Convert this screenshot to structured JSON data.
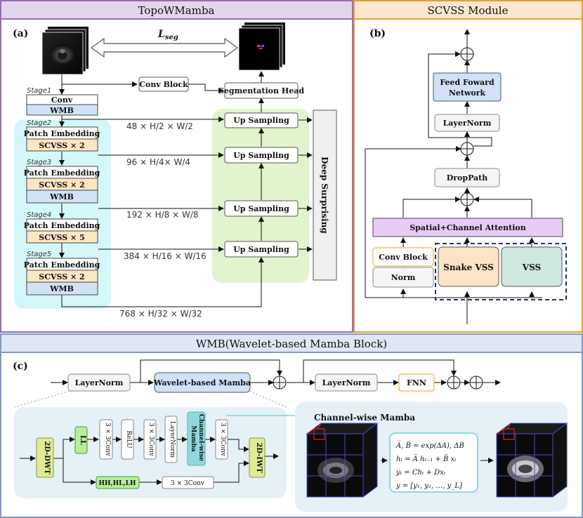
{
  "panels": {
    "topo": {
      "header": "TopoWMamba",
      "tag": "(a)"
    },
    "scvss": {
      "header": "SCVSS Module",
      "tag": "(b)"
    },
    "wmb": {
      "header": "WMB(Wavelet-based Mamba Block)",
      "tag": "(c)"
    }
  },
  "topo": {
    "loss": "L",
    "loss_sub": "seg",
    "stages": [
      "Stage1",
      "Stage2",
      "Stage3",
      "Stage4",
      "Stage5"
    ],
    "conv": "Conv",
    "wmb": "WMB",
    "patch_embedding": "Patch Embedding",
    "scvss_x2": "SCVSS × 2",
    "scvss_x5": "SCVSS × 5",
    "conv_block": "Conv Block",
    "seg_head": "Segmentation Head",
    "up_sampling": "Up Sampling",
    "deep_supervision": "Deep Surprising",
    "dims": [
      "48 × H/2 × W/2",
      "96 × H/4× W/4",
      "192 × H/8 × W/8",
      "384 × H/16 × W/16",
      "768 × H/32 × W/32"
    ]
  },
  "scvss": {
    "ffn": [
      "Feed Foward",
      "Network"
    ],
    "layernorm": "LayerNorm",
    "droppath": "DropPath",
    "attention": "Spatial+Channel Attention",
    "conv_block": "Conv Block",
    "norm": "Norm",
    "snake_vss": "Snake VSS",
    "vss": "VSS"
  },
  "wmb": {
    "layernorm": "LayerNorm",
    "wavelet_mamba": "Wavelet-based Mamba",
    "fnn": "FNN",
    "dwt": "2D-DWT",
    "ll": "LL",
    "conv3": "3 × 3Conv",
    "relu": "ReLU",
    "cw_mamba_vertical": [
      "Channel-wise",
      "Mamba"
    ],
    "iwt": "2D-IWT",
    "hh": "HH,HL,LH",
    "cw_mamba_title": "Channel-wise Mamba",
    "eq1": "A̅, B̅ = exp(ΔA), ΔB",
    "eq2": "hₜ = A̅ hₜ₋₁ + B̅ xₜ",
    "eq3": "yₜ = Chₜ + Dxₜ",
    "eq4": "y = [y₁, y₂, …, y_L]"
  }
}
